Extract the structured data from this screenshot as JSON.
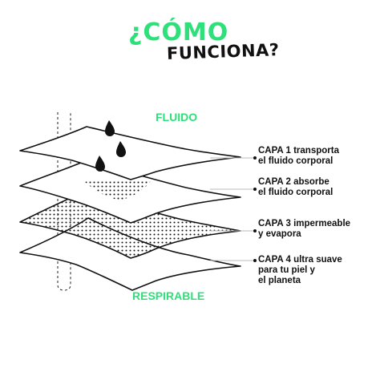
{
  "header": {
    "title": "¿CÓMO",
    "subtitle": "FUNCIONA?"
  },
  "labels": {
    "top": "FLUIDO",
    "bottom": "RESPIRABLE"
  },
  "layers": [
    {
      "lines": [
        "CAPA 1 transporta",
        "el fluido corporal"
      ]
    },
    {
      "lines": [
        "CAPA 2 absorbe",
        "el fluido corporal"
      ]
    },
    {
      "lines": [
        "CAPA 3 impermeable",
        "y evapora"
      ]
    },
    {
      "lines": [
        "CAPA 4 ultra suave",
        "para tu piel y",
        "el planeta"
      ]
    }
  ],
  "colors": {
    "accent": "#2ee07a",
    "ink": "#111111",
    "leader": "#bbbbbb"
  },
  "icons": [
    "droplet-icon",
    "droplet-icon",
    "droplet-icon"
  ]
}
